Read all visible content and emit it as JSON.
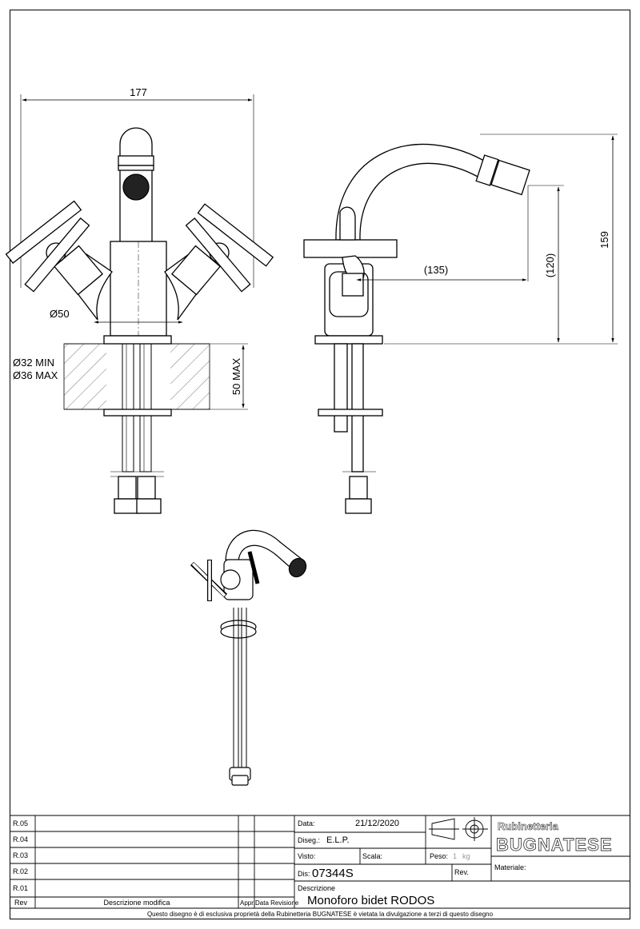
{
  "dimensions": {
    "width_total": "177",
    "base_diameter": "Ø50",
    "hole_min": "Ø32 MIN",
    "hole_max": "Ø36 MAX",
    "deck_max": "50 MAX",
    "spout_reach": "(135)",
    "spout_height": "(120)",
    "total_height": "159"
  },
  "title_block": {
    "revisions": [
      "R.05",
      "R.04",
      "R.03",
      "R.02",
      "R.01"
    ],
    "rev_header": "Rev",
    "modification_header": "Descrizione modifica",
    "approval_header": "Appr.",
    "revision_date_header": "Data Revisione",
    "date_label": "Data:",
    "date_value": "21/12/2020",
    "drawn_label": "Diseg.:",
    "drawn_value": "E.L.P.",
    "checked_label": "Visto:",
    "scale_label": "Scala:",
    "weight_label": "Peso:",
    "weight_value": "1",
    "weight_unit": "kg",
    "drawing_label": "Dis:",
    "drawing_number": "07344S",
    "rev_label": "Rev.",
    "material_label": "Materiale:",
    "description_label": "Descrizione",
    "description_value": "Monoforo bidet RODOS",
    "brand_line1": "Rubinetteria",
    "brand_line2": "BUGNATESE",
    "footer_note": "Questo disegno è di esclusiva proprietà della Rubinetteria BUGNATESE è vietata la divulgazione a terzi di questo disegno"
  }
}
